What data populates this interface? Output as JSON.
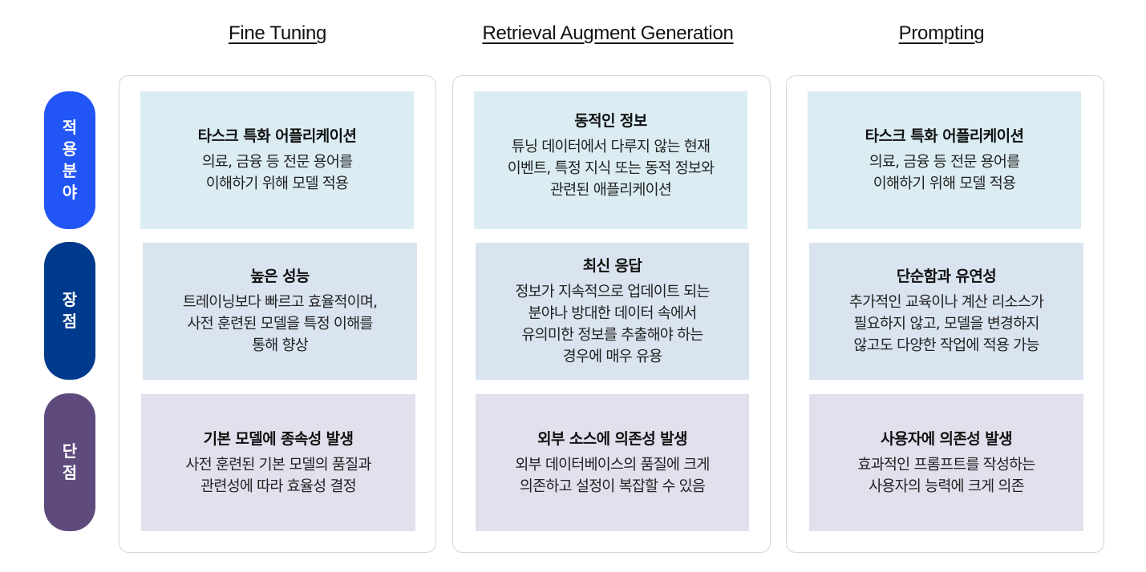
{
  "columns": [
    {
      "title": "Fine Tuning"
    },
    {
      "title": "Retrieval Augment Generation"
    },
    {
      "title": "Prompting"
    }
  ],
  "rows": [
    {
      "label": "적용분야",
      "color": "#2255F5",
      "box_color": "#DBEDF3"
    },
    {
      "label": "장점",
      "color": "#003A8C",
      "box_color": "#DAE4F0"
    },
    {
      "label": "단점",
      "color": "#5E4A7C",
      "box_color": "#E4DFEC"
    }
  ],
  "cells": [
    [
      {
        "title": "타스크 특화 어플리케이션",
        "desc": "의료, 금융 등 전문 용어를\n이해하기 위해 모델 적용"
      },
      {
        "title": "동적인 정보",
        "desc": "튜닝 데이터에서 다루지 않는 현재\n이벤트, 특정 지식 또는 동적 정보와\n관련된 애플리케이션"
      },
      {
        "title": "타스크 특화 어플리케이션",
        "desc": "의료, 금융 등 전문 용어를\n이해하기 위해 모델 적용"
      }
    ],
    [
      {
        "title": "높은 성능",
        "desc": "트레이닝보다 빠르고 효율적이며,\n사전 훈련된 모델을 특정 이해를\n통해 향상"
      },
      {
        "title": "최신 응답",
        "desc": "정보가 지속적으로 업데이트 되는\n분야나 방대한 데이터 속에서\n유의미한 정보를 추출해야 하는\n경우에 매우 유용"
      },
      {
        "title": "단순함과 유연성",
        "desc": "추가적인 교육이나 계산 리소스가\n필요하지 않고, 모델을 변경하지\n않고도 다양한 작업에 적용 가능"
      }
    ],
    [
      {
        "title": "기본 모델에 종속성 발생",
        "desc": "사전 훈련된 기본 모델의 품질과\n관련성에 따라 효율성 결정"
      },
      {
        "title": "외부 소스에 의존성 발생",
        "desc": "외부 데이터베이스의 품질에 크게\n의존하고 설정이 복잡할 수 있음"
      },
      {
        "title": "사용자에 의존성 발생",
        "desc": "효과적인 프롬프트를 작성하는\n사용자의 능력에 크게 의존"
      }
    ]
  ]
}
